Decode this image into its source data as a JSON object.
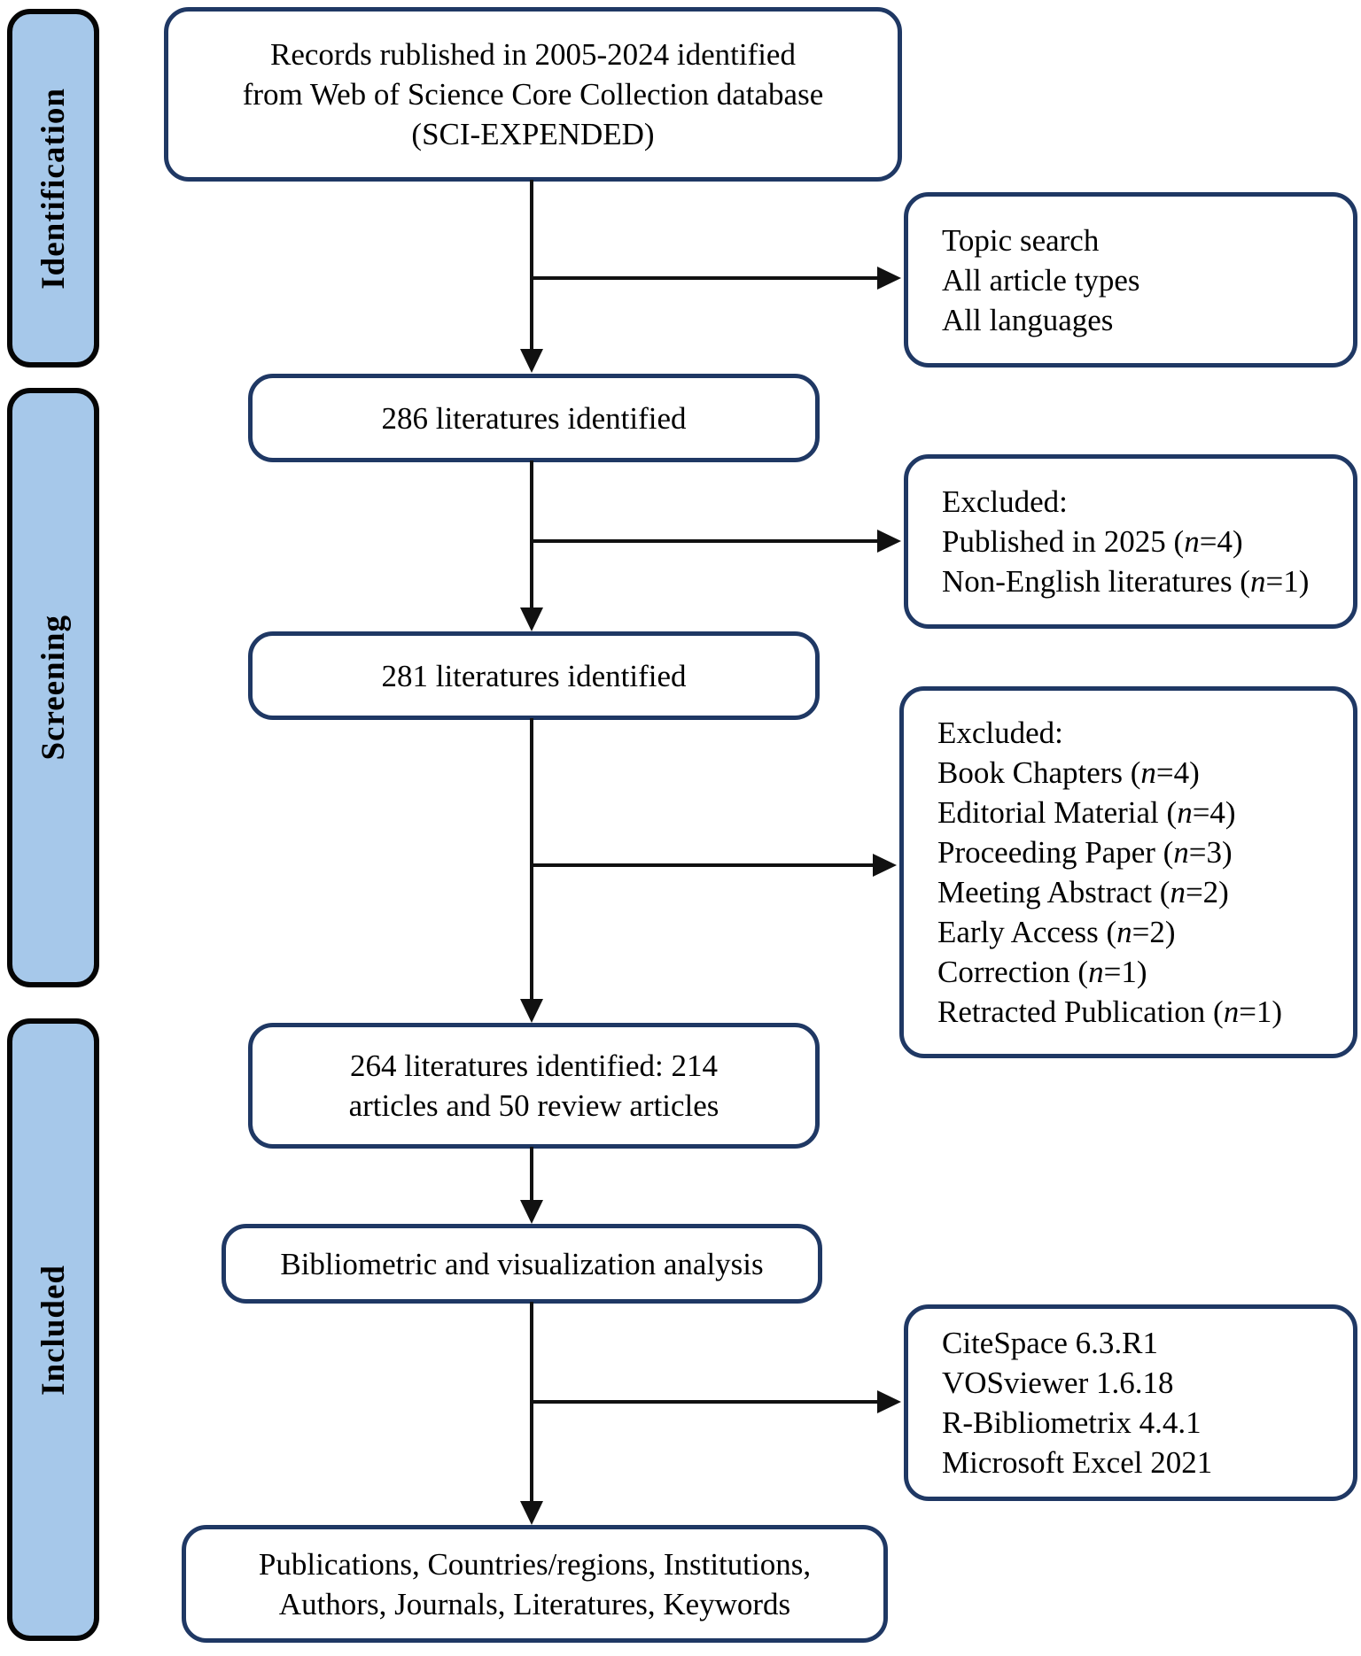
{
  "palette": {
    "box_border": "#1f3864",
    "box_fill": "#ffffff",
    "sidebar_fill": "#a6c8ea",
    "sidebar_border": "#050505",
    "arrow": "#111111",
    "text": "#000000"
  },
  "sidebar": {
    "stages": [
      {
        "label": "Identification"
      },
      {
        "label": "Screening"
      },
      {
        "label": "Included"
      }
    ]
  },
  "flow": {
    "records_box": {
      "lines": [
        "Records rublished in 2005-2024 identified",
        "from Web of Science Core Collection database",
        "(SCI-EXPENDED)"
      ]
    },
    "identified_286": {
      "lines": [
        "286 literatures identified"
      ]
    },
    "identified_281": {
      "lines": [
        "281 literatures identified"
      ]
    },
    "identified_264": {
      "lines": [
        "264 literatures identified: 214",
        "articles and 50 review articles"
      ]
    },
    "analysis_box": {
      "lines": [
        "Bibliometric and visualization analysis"
      ]
    },
    "outputs_box": {
      "lines": [
        "Publications, Countries/regions, Institutions,",
        "Authors, Journals, Literatures, Keywords"
      ]
    }
  },
  "side_notes": {
    "search_strategy": {
      "lines": [
        "Topic search",
        "All article types",
        "All languages"
      ]
    },
    "excluded_screening": {
      "lines": [
        "Excluded:",
        "Published in 2025 (n=4)",
        "Non-English literatures (n=1)"
      ]
    },
    "excluded_types": {
      "lines": [
        "Excluded:",
        "Book Chapters (n=4)",
        "Editorial Material (n=4)",
        "Proceeding Paper (n=3)",
        "Meeting Abstract (n=2)",
        "Early Access (n=2)",
        "Correction (n=1)",
        "Retracted Publication (n=1)"
      ]
    },
    "tools": {
      "lines": [
        "CiteSpace 6.3.R1",
        "VOSviewer 1.6.18",
        "R-Bibliometrix 4.4.1",
        "Microsoft Excel 2021"
      ]
    }
  }
}
